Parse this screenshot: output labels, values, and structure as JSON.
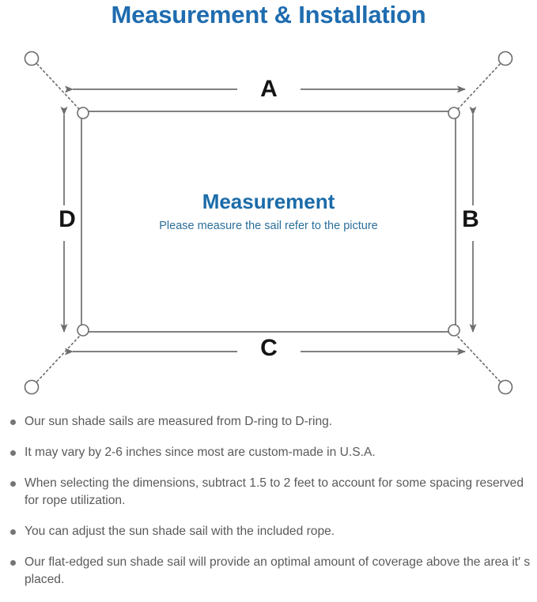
{
  "page": {
    "title": "Measurement & Installation",
    "background_color": "#ffffff",
    "title_color": "#1f6cb0"
  },
  "diagram": {
    "name": "sun-shade-sail-measurement-diagram",
    "center_title": "Measurement",
    "center_subtitle": "Please measure the sail refer to the picture",
    "center_title_color": "#1a6ba8",
    "center_subtitle_color": "#2c6f9b",
    "line_color": "#6e6e6e",
    "labels": {
      "top": "A",
      "right": "B",
      "bottom": "C",
      "left": "D"
    },
    "label_color": "#141414",
    "corners": [
      {
        "name": "top-left",
        "d_ring": true,
        "anchor_ring": true
      },
      {
        "name": "top-right",
        "d_ring": true,
        "anchor_ring": true
      },
      {
        "name": "bottom-right",
        "d_ring": true,
        "anchor_ring": true
      },
      {
        "name": "bottom-left",
        "d_ring": true,
        "anchor_ring": true
      }
    ]
  },
  "notes": [
    "Our sun shade sails are measured from D-ring to D-ring.",
    "It may vary by 2-6 inches since most are custom-made in U.S.A.",
    "When selecting the dimensions, subtract 1.5 to 2 feet to account for some spacing reserved for rope utilization.",
    "You can adjust the sun shade sail with the included rope.",
    "Our flat-edged sun shade sail will provide an optimal amount of coverage above the area it′ s placed."
  ]
}
